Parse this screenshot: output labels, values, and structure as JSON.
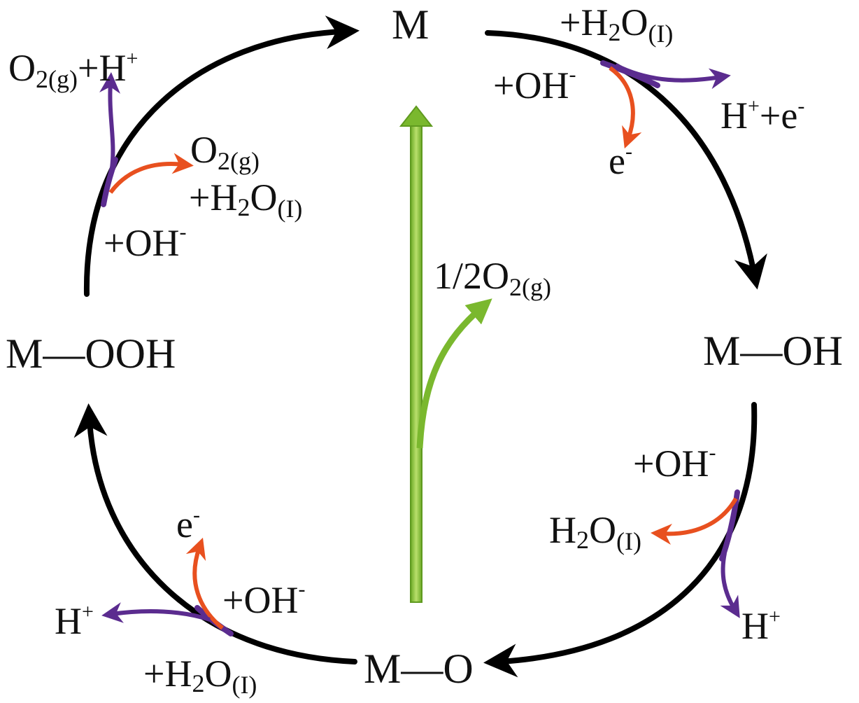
{
  "species": {
    "m": "M",
    "m_oh": "M—OH",
    "m_o": "M—O",
    "m_ooh": "M—OOH"
  },
  "center": {
    "product": "1/2O",
    "sub": "2(g)"
  },
  "reagents": {
    "step1_h2o": {
      "pre": "+H",
      "sub": "2",
      "mid": "O",
      "sub2": "(I)"
    },
    "step1_oh": {
      "text": "+OH",
      "sup": "-"
    },
    "step1_out_acid": {
      "text": "H",
      "sup": "+",
      "text2": "+e",
      "sup2": "-"
    },
    "step1_out_base": {
      "text": "e",
      "sup": "-"
    },
    "step2_oh": {
      "text": "+OH",
      "sup": "-"
    },
    "step2_out_base": {
      "pre": "H",
      "sub": "2",
      "mid": "O",
      "sub2": "(I)"
    },
    "step2_out_acid": {
      "text": "H",
      "sup": "+"
    },
    "step3_oh": {
      "text": "+OH",
      "sup": "-"
    },
    "step3_h2o": {
      "pre": "+H",
      "sub": "2",
      "mid": "O",
      "sub2": "(I)"
    },
    "step3_out_base": {
      "text": "e",
      "sup": "-"
    },
    "step3_out_acid": {
      "text": "H",
      "sup": "+"
    },
    "step4_oh": {
      "text": "+OH",
      "sup": "-"
    },
    "step4_out_base": {
      "line1": "O",
      "line1_sub": "2(g)",
      "line2_pre": "+H",
      "line2_sub": "2",
      "line2_mid": "O",
      "line2_sub2": "(I)"
    },
    "step4_out_acid": {
      "text": "O",
      "sub": "2(g)",
      "text2": "+H",
      "sup": "+"
    }
  },
  "colors": {
    "cycle": "#000000",
    "acidic_path": "#5b2c8f",
    "alkaline_path": "#e8501f",
    "oxygen_arrow": "#7ab82e",
    "oxygen_arrow_light": "#b5dc6a"
  }
}
